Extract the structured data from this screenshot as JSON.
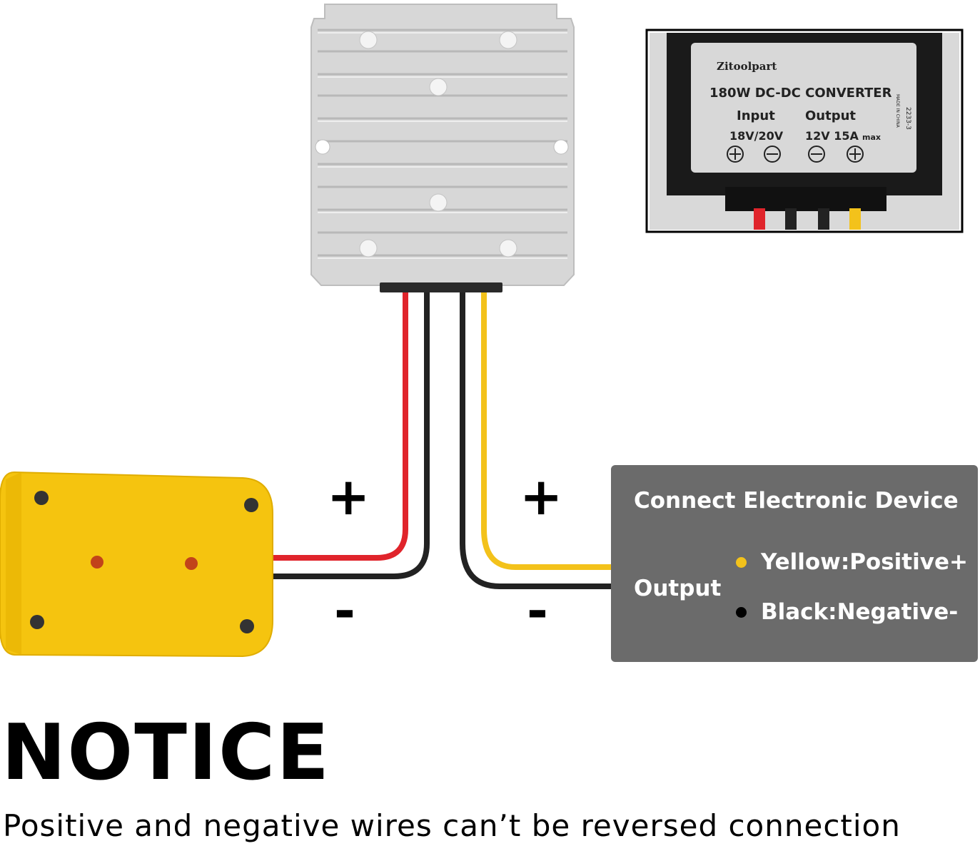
{
  "converter_label": {
    "brand": "Zitoolpart",
    "model": "180W DC-DC CONVERTER",
    "input_heading": "Input",
    "input_value": "18V/20V",
    "output_heading": "Output",
    "output_value": "12V 15A",
    "output_suffix": "max",
    "side_text_1": "MADE IN CHINA",
    "side_text_2": "2233-3"
  },
  "input_signs": {
    "plus": "+",
    "minus": "-"
  },
  "output_signs": {
    "plus": "+",
    "minus": "-"
  },
  "device_box": {
    "title": "Connect Electronic Device",
    "output_label": "Output",
    "yellow_line": "Yellow:Positive+",
    "black_line": "Black:Negative-"
  },
  "notice": {
    "title": "NOTICE",
    "text": "Positive and negative wires can’t be reversed connection"
  },
  "colors": {
    "wire_red": "#e0242b",
    "wire_black": "#222222",
    "wire_yellow": "#f3c21b",
    "battery_yellow": "#f5c40f",
    "box_gray": "#6b6b6b",
    "heatsink": "#d7d7d7"
  }
}
